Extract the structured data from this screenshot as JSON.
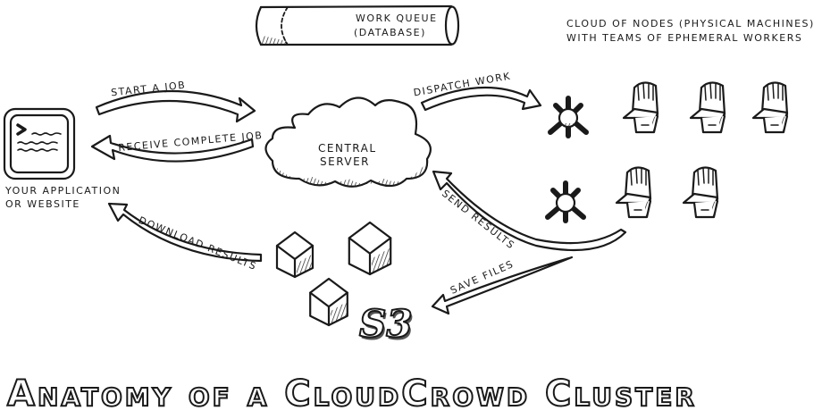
{
  "diagram": {
    "title": "Anatomy of a CloudCrowd Cluster",
    "nodes": {
      "work_queue": "Work Queue",
      "work_queue_sub": "(Database)",
      "central_server_line1": "Central",
      "central_server_line2": "Server",
      "application_line1": "Your Application",
      "application_line2": "or Website",
      "cloud_nodes_line1": "Cloud of nodes (physical machines)",
      "cloud_nodes_line2": "with teams of ephemeral workers",
      "storage": "S3"
    },
    "arrows": {
      "start_job": "Start a job",
      "receive_job": "Receive complete job",
      "dispatch": "Dispatch work",
      "send_results": "Send results",
      "save_files": "Save files",
      "download": "Download results"
    },
    "counts": {
      "nodes": 2,
      "workers_per_node": [
        3,
        2
      ]
    }
  }
}
